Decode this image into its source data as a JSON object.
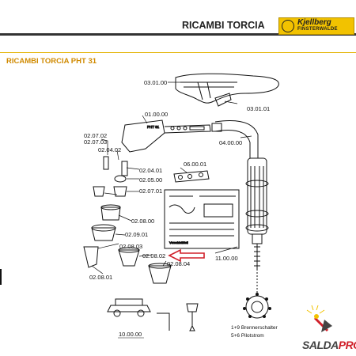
{
  "header": {
    "title": "RICAMBI TORCIA",
    "logo_brand": "Kjellberg",
    "logo_sub": "FINSTERWALDE"
  },
  "subtitle": "RICAMBI TORCIA PHT 31",
  "parts": {
    "p030100": "03.01.00",
    "p030101": "03.01.01",
    "p010000": "01.00.00",
    "p040000": "04.00.00",
    "p020402": "02.04.02",
    "p020702": "02.07.02",
    "p020703": "02.07.03",
    "p020401": "02.04.01",
    "p020500": "02.05.00",
    "p060001": "06.00.01",
    "p020701": "02.07.01",
    "p020800": "02.08.00",
    "p020901": "02.09.01",
    "p020803": "02.08.03",
    "p020802": "02.08.02",
    "p020804": "02.08.04",
    "p020801": "02.08.01",
    "p110000": "11.00.00",
    "p100000": "10.00.00"
  },
  "notes": {
    "note1": "1+9 Brennerschalter",
    "note2": "5+6 Pilotstrom"
  },
  "brand_footer": {
    "part1": "SALDA",
    "part2": "PRO"
  },
  "colors": {
    "accent": "#e3b200",
    "arrow": "#d0202a",
    "subtitle": "#d08a00"
  }
}
